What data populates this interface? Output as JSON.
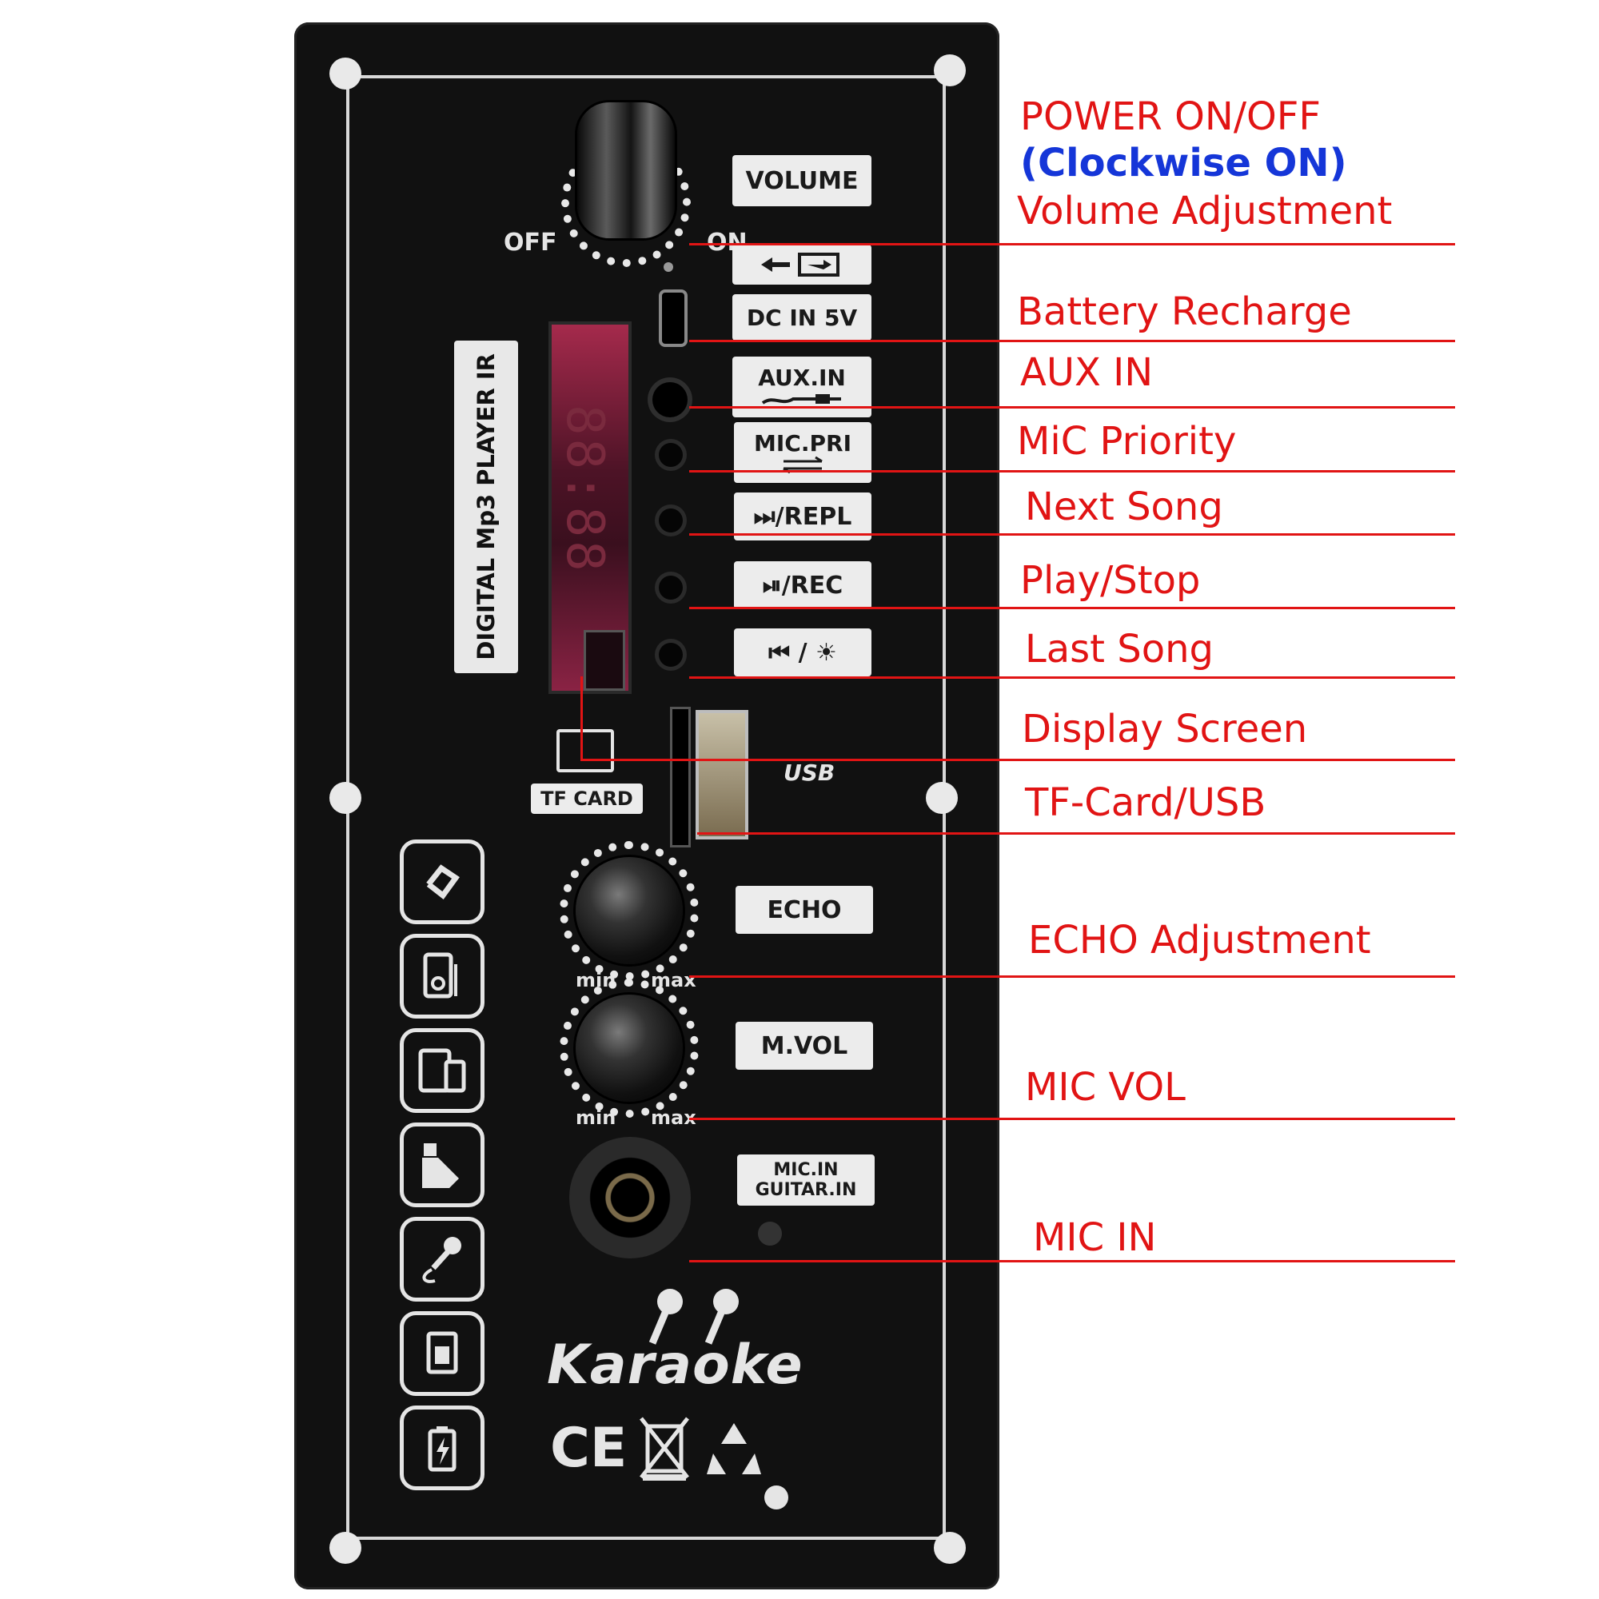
{
  "callouts": [
    {
      "id": "power",
      "text": "POWER ON/OFF"
    },
    {
      "id": "clockwise",
      "text": "(Clockwise ON)"
    },
    {
      "id": "volume",
      "text": "Volume Adjustment"
    },
    {
      "id": "battery",
      "text": "Battery Recharge"
    },
    {
      "id": "aux",
      "text": "AUX IN"
    },
    {
      "id": "mic-priority",
      "text": "MiC Priority"
    },
    {
      "id": "next",
      "text": "Next Song"
    },
    {
      "id": "play",
      "text": "Play/Stop"
    },
    {
      "id": "last",
      "text": "Last Song"
    },
    {
      "id": "display",
      "text": "Display Screen"
    },
    {
      "id": "tfusb",
      "text": "TF-Card/USB"
    },
    {
      "id": "echo",
      "text": "ECHO Adjustment"
    },
    {
      "id": "micvol",
      "text": "MIC VOL"
    },
    {
      "id": "micin",
      "text": "MIC IN"
    }
  ],
  "panel": {
    "side_label": "DIGITAL Mp3 PLAYER IR",
    "display_digits": "88:88",
    "knob_off": "OFF",
    "knob_on": "ON",
    "volume_badge": "VOLUME",
    "dc_badge": "DC IN 5V",
    "aux_badge": "AUX.IN",
    "micpri_badge": "MIC.PRI",
    "next_badge": "⏭/REPL",
    "play_badge": "⏯/REC",
    "prev_badge": "⏮ / ☀",
    "tf_badge": "TF CARD",
    "usb_mark": "USB",
    "echo_badge": "ECHO",
    "mvol_badge": "M.VOL",
    "micin_badge_line1": "MIC.IN",
    "micin_badge_line2": "GUITAR.IN",
    "min": "min",
    "max": "max",
    "brand": "Karaoke",
    "ce": "CE"
  },
  "colors": {
    "callout": "#e11414",
    "emphasis": "#1536d8",
    "panel": "#111111",
    "silkscreen": "#e5e5e5"
  }
}
